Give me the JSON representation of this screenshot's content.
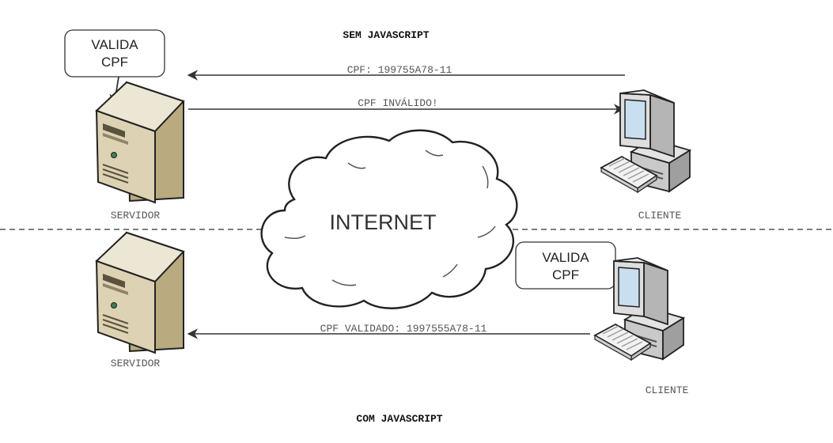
{
  "titles": {
    "top": "SEM JAVASCRIPT",
    "bottom": "COM JAVASCRIPT"
  },
  "top_section": {
    "validate_box_line1": "VALIDA",
    "validate_box_line2": "CPF",
    "request_message": "CPF: 199755A78-11",
    "response_message": "CPF INVÁLIDO!",
    "server_label": "SERVIDOR",
    "client_label": "CLIENTE"
  },
  "bottom_section": {
    "validate_box_line1": "VALIDA",
    "validate_box_line2": "CPF",
    "request_message": "CPF VALIDADO: 1997555A78-11",
    "server_label": "SERVIDOR",
    "client_label": "CLIENTE"
  },
  "cloud": {
    "label": "INTERNET"
  },
  "colors": {
    "server_light": "#ece5d3",
    "server_mid": "#cbbd98",
    "server_dark": "#a8986f",
    "line": "#333333",
    "dash": "#555555"
  },
  "icons": {
    "server": "server-tower-icon",
    "client": "desktop-computer-icon",
    "cloud": "internet-cloud-icon"
  }
}
